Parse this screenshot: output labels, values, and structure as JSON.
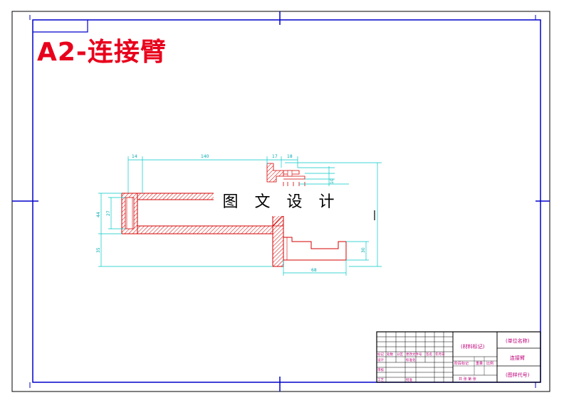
{
  "drawing": {
    "title": "A2-连接臂",
    "watermark": "图 文 设 计",
    "colors": {
      "frame": "#0000cc",
      "title": "#e8001c",
      "part": "#d40000",
      "dimension": "#00c8c8",
      "title_block_text": "#c0007a",
      "title_block_lines": "#000000"
    },
    "dimensions": {
      "d14": "14",
      "d140": "140",
      "d17": "17",
      "d18": "18",
      "d10": "10",
      "d44": "44",
      "d27": "27",
      "d35": "35",
      "d68": "68",
      "d30": "30"
    },
    "title_block": {
      "material_mark": "(材料标记)",
      "unit_name": "(单位名称)",
      "drawing_name": "连接臂",
      "drawing_number": "(图样代号)",
      "stage_mark": "阶段标记",
      "weight": "重量",
      "scale": "比例",
      "sheet_info": "共  张 第  张",
      "mark": "标记",
      "count": "处数",
      "zone": "分区",
      "change_doc": "更改文件号",
      "signature": "签名",
      "date": "年月日",
      "design": "设计",
      "standardize": "标准化",
      "review": "审核",
      "process": "工艺",
      "approve": "批准"
    }
  }
}
